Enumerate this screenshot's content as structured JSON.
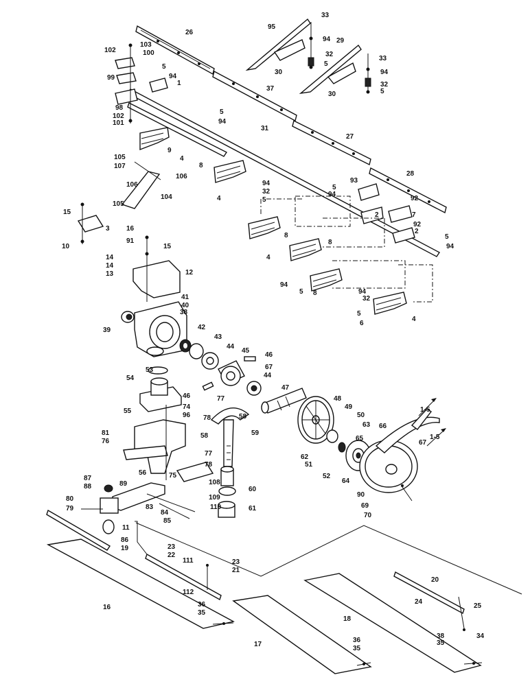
{
  "labels": [
    "26",
    "95",
    "33",
    "94",
    "29",
    "33",
    "32",
    "5",
    "94",
    "30",
    "32",
    "30",
    "5",
    "102",
    "103",
    "100",
    "5",
    "99",
    "94",
    "1",
    "37",
    "98",
    "102",
    "101",
    "5",
    "94",
    "31",
    "27",
    "9",
    "105",
    "4",
    "107",
    "8",
    "106",
    "94",
    "32",
    "5",
    "28",
    "4",
    "106",
    "93",
    "105",
    "104",
    "94",
    "5",
    "92",
    "2",
    "7",
    "15",
    "3",
    "10",
    "16",
    "8",
    "92",
    "91",
    "8",
    "2",
    "5",
    "94",
    "15",
    "14",
    "14",
    "13",
    "12",
    "4",
    "41",
    "40",
    "5",
    "94",
    "8",
    "32",
    "94",
    "39",
    "38",
    "5",
    "6",
    "4",
    "42",
    "43",
    "44",
    "45",
    "46",
    "53",
    "67",
    "44",
    "54",
    "46",
    "77",
    "47",
    "48",
    "49",
    "55",
    "74",
    "96",
    "78",
    "58",
    "50",
    "63",
    "66",
    "1-5",
    "81",
    "76",
    "58",
    "59",
    "65",
    "67",
    "62",
    "77",
    "78",
    "51",
    "52",
    "56",
    "75",
    "87",
    "108",
    "88",
    "89",
    "60",
    "109",
    "80",
    "83",
    "110",
    "79",
    "84",
    "85",
    "61",
    "11",
    "86",
    "19",
    "23",
    "22",
    "111",
    "23",
    "21",
    "112",
    "36",
    "35",
    "16",
    "17",
    "18",
    "36",
    "35",
    "24",
    "20",
    "25",
    "38",
    "35",
    "34",
    "64",
    "90",
    "69",
    "70",
    "1-5"
  ]
}
